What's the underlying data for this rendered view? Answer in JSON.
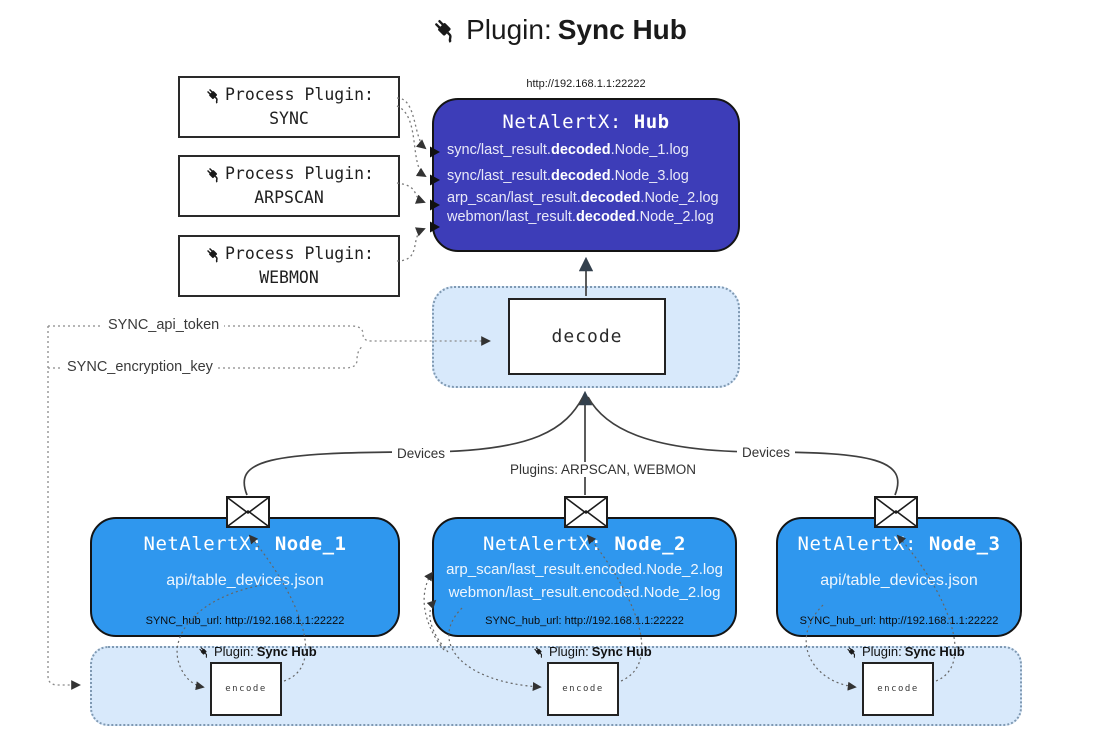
{
  "title": {
    "prefix": "Plugin:",
    "name": "Sync Hub"
  },
  "colors": {
    "hub_bg": "#3d3db8",
    "node_bg": "#2f97ee",
    "panel_bg": "#d8e9fb"
  },
  "process_plugins": [
    {
      "label": "Process Plugin:",
      "name": "SYNC"
    },
    {
      "label": "Process Plugin:",
      "name": "ARPSCAN"
    },
    {
      "label": "Process Plugin:",
      "name": "WEBMON"
    }
  ],
  "hub": {
    "url": "http://192.168.1.1:22222",
    "title_prefix": "NetAlertX:",
    "title_name": "Hub",
    "logs": [
      {
        "pre": "sync/last_result.",
        "bold": "decoded",
        "post": ".Node_1.log"
      },
      {
        "pre": "sync/last_result.",
        "bold": "decoded",
        "post": ".Node_3.log"
      },
      {
        "pre": "arp_scan/last_result.",
        "bold": "decoded",
        "post": ".Node_2.log"
      },
      {
        "pre": "webmon/last_result.",
        "bold": "decoded",
        "post": ".Node_2.log"
      }
    ]
  },
  "decode": {
    "label": "decode"
  },
  "settings": {
    "api_token": "SYNC_api_token",
    "encryption_key": "SYNC_encryption_key"
  },
  "edge_labels": {
    "left": "Devices",
    "center": "Plugins: ARPSCAN, WEBMON",
    "right": "Devices"
  },
  "nodes": [
    {
      "title_prefix": "NetAlertX:",
      "title_name": "Node_1",
      "files": [
        "api/table_devices.json"
      ],
      "hub_url": "SYNC_hub_url: http://192.168.1.1:22222"
    },
    {
      "title_prefix": "NetAlertX:",
      "title_name": "Node_2",
      "files": [
        "arp_scan/last_result.encoded.Node_2.log",
        "webmon/last_result.encoded.Node_2.log"
      ],
      "hub_url": "SYNC_hub_url: http://192.168.1.1:22222"
    },
    {
      "title_prefix": "NetAlertX:",
      "title_name": "Node_3",
      "files": [
        "api/table_devices.json"
      ],
      "hub_url": "SYNC_hub_url: http://192.168.1.1:22222"
    }
  ],
  "encoders": [
    {
      "label_prefix": "Plugin:",
      "label_name": "Sync Hub",
      "box_label": "encode"
    },
    {
      "label_prefix": "Plugin:",
      "label_name": "Sync Hub",
      "box_label": "encode"
    },
    {
      "label_prefix": "Plugin:",
      "label_name": "Sync Hub",
      "box_label": "encode"
    }
  ]
}
